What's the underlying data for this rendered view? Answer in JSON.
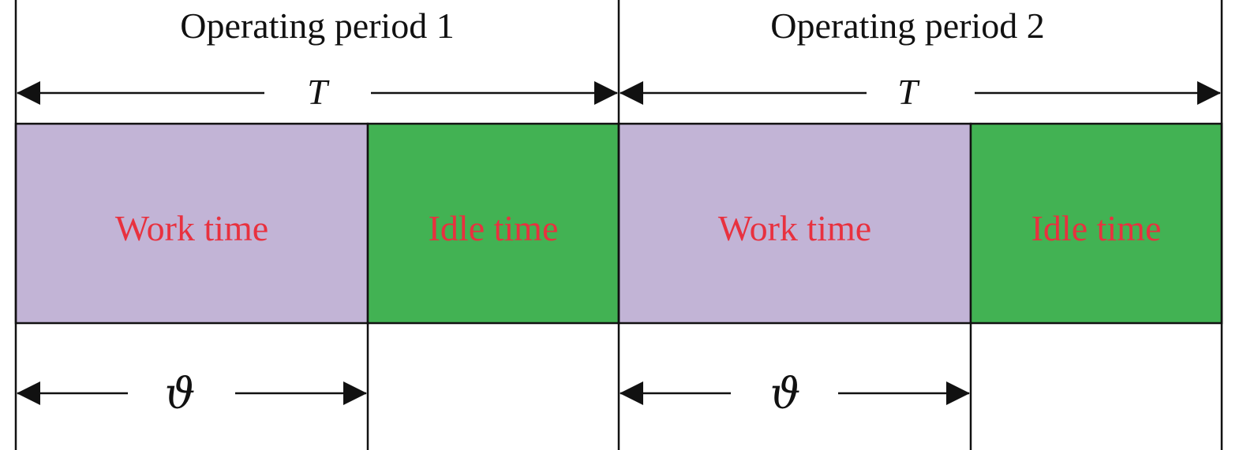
{
  "periods": [
    {
      "label": "Operating period 1",
      "duration_symbol": "T",
      "work_symbol": "ϑ",
      "work_label": "Work time",
      "idle_label": "Idle time"
    },
    {
      "label": "Operating period 2",
      "duration_symbol": "T",
      "work_symbol": "ϑ",
      "work_label": "Work time",
      "idle_label": "Idle time"
    }
  ],
  "colors": {
    "work_fill": "#c2b4d6",
    "idle_fill": "#42b253",
    "block_text": "#e8313f",
    "line": "#111111"
  }
}
